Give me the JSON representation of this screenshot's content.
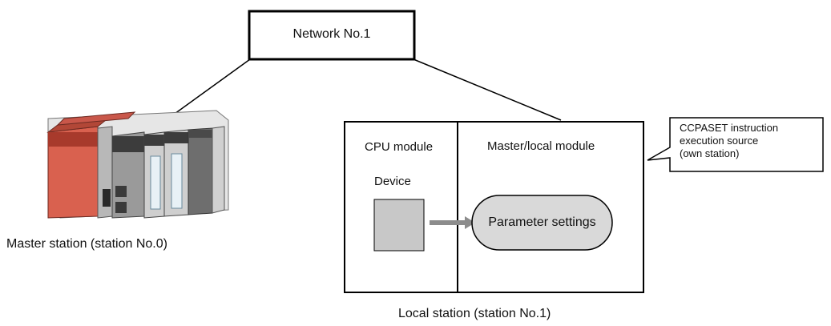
{
  "network": {
    "label": "Network No.1"
  },
  "master_station": {
    "caption": "Master station (station No.0)"
  },
  "local_station": {
    "caption": "Local station (station No.1)",
    "cpu_module": {
      "title": "CPU module",
      "device_label": "Device"
    },
    "master_local_module": {
      "title": "Master/local module",
      "parameter_settings": "Parameter settings"
    }
  },
  "callout": {
    "line1": "CCPASET instruction",
    "line2": "execution source",
    "line3": "(own station)"
  },
  "colors": {
    "device_fill": "#c8c8c8",
    "parameter_fill": "#d9d9d9",
    "arrow": "#8c8c8c",
    "plc_red": "#d9614f",
    "outline": "#000000"
  }
}
